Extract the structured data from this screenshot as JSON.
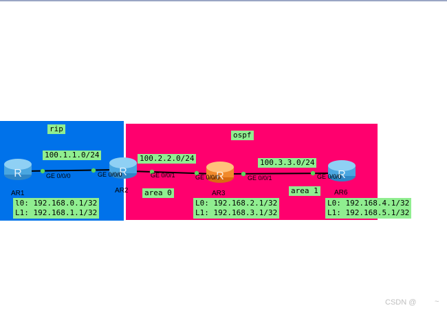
{
  "areas": {
    "rip": {
      "label": "rip",
      "color": "#0072ea"
    },
    "ospf": {
      "label": "ospf",
      "color": "#ff006e"
    }
  },
  "links": {
    "ar1_ar2": {
      "network": "100.1.1.0/24"
    },
    "ar2_ar3": {
      "network": "100.2.2.0/24"
    },
    "ar3_ar6": {
      "network": "100.3.3.0/24"
    }
  },
  "ospf_areas": {
    "area0": "area 0",
    "area1": "area 1"
  },
  "routers": {
    "ar1": {
      "name": "AR1",
      "icon": "router-icon",
      "color": "#5ab4e8",
      "loopbacks": [
        "l0: 192.168.0.1/32",
        "L1: 192.168.1.1/32"
      ]
    },
    "ar2": {
      "name": "AR2",
      "icon": "router-icon",
      "color": "#5ab4e8"
    },
    "ar3": {
      "name": "AR3",
      "icon": "router-icon",
      "color": "#f08a2c",
      "loopbacks": [
        "L0: 192.168.2.1/32",
        "L1: 192.168.3.1/32"
      ]
    },
    "ar6": {
      "name": "AR6",
      "icon": "router-icon",
      "color": "#5ab4e8",
      "loopbacks": [
        "L0: 192.168.4.1/32",
        "L1: 192.168.5.1/32"
      ]
    }
  },
  "ports": {
    "ar1_ge000": "GE 0/0/0",
    "ar2_ge000": "GE 0/0/0",
    "ar2_ge001": "GE 0/0/1",
    "ar3_ge000": "GE 0/0/0",
    "ar3_ge001": "GE 0/0/1",
    "ar6_ge000": "GE 0/0/0"
  },
  "watermark": {
    "text": "CSDN @",
    "tilde": "~"
  },
  "colors": {
    "label_bg": "#90ee90",
    "link_dot": "#5cd65c"
  }
}
